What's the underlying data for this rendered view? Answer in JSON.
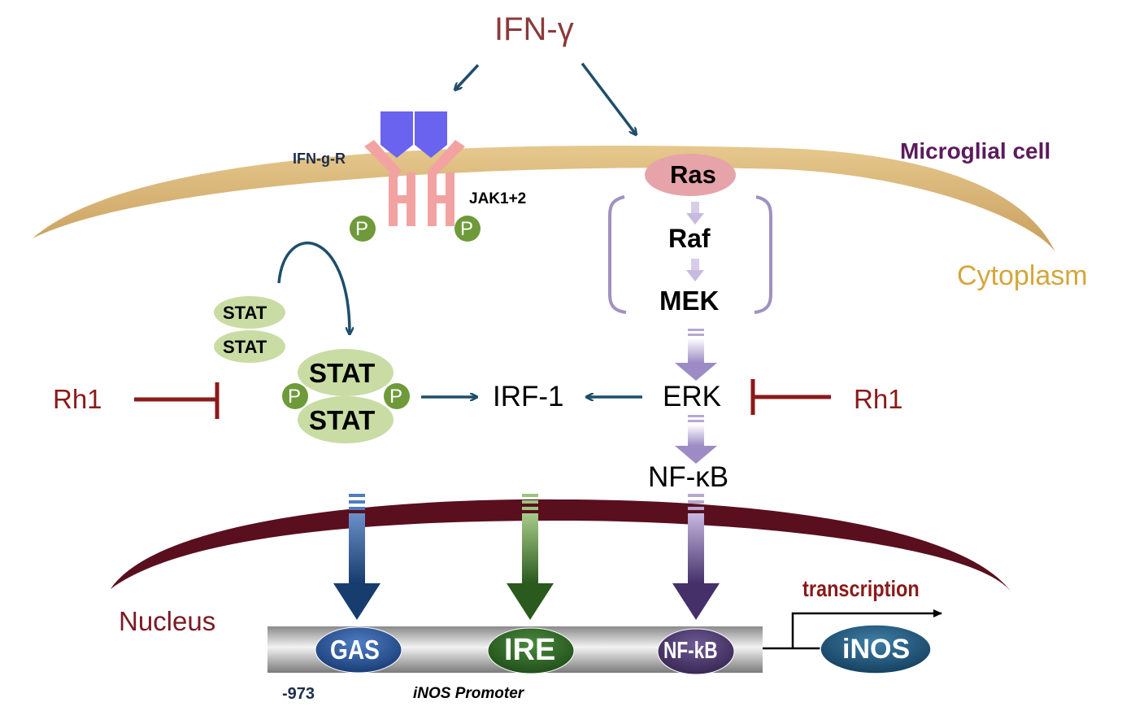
{
  "labels": {
    "ifn": "IFN-γ",
    "receptor": "IFN-g-R",
    "jak": "JAK1+2",
    "microglial": "Microglial cell",
    "cytoplasm": "Cytoplasm",
    "ras": "Ras",
    "raf": "Raf",
    "mek": "MEK",
    "erk": "ERK",
    "nfkb": "NF-κB",
    "irf1": "IRF-1",
    "rh1_left": "Rh1",
    "rh1_right": "Rh1",
    "stat1": "STAT",
    "stat2": "STAT",
    "stat3": "STAT",
    "stat4": "STAT",
    "p": "P",
    "nucleus": "Nucleus",
    "gas": "GAS",
    "ire": "IRE",
    "nfkb_site": "NF-kB",
    "inos": "iNOS",
    "transcription": "transcription",
    "pos": "-973",
    "promoter": "iNOS Promoter"
  },
  "colors": {
    "ifn": "#8b3a3a",
    "membrane": "#d9b679",
    "nucleus": "#5a0f1e",
    "rh1": "#8b1a1a",
    "microglial": "#5c1a5c",
    "cytoplasm": "#d4a63c",
    "navy_arrow": "#1f4e6b",
    "stat": "#c9dca4",
    "phospho": "#6e9a3a",
    "receptor": "#f3a2a2",
    "ligand": "#6a63f0",
    "lavender": "#a091c0",
    "gas": "#1e4a8a",
    "ire": "#2f6a28",
    "nfkb_site": "#4b3370",
    "inos": "#1a4868"
  }
}
